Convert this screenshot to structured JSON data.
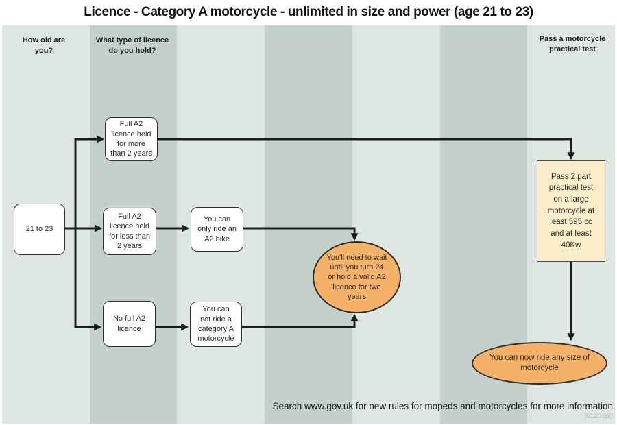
{
  "title": "Licence - Category A motorcycle - unlimited in size and power (age 21 to 23)",
  "columns": {
    "age_header": "How old are\nyou?",
    "licence_header": "What type of licence\ndo you hold?",
    "test_header": "Pass a motorcycle\npractical test"
  },
  "nodes": {
    "age": "21 to 23",
    "full_a2_more": "Full A2\nlicence held\nfor more\nthan 2 years",
    "full_a2_less": "Full A2\nlicence held\nfor less than\n2 years",
    "no_full_a2": "No full A2\nlicence",
    "ride_a2_only": "You can\nonly ride an\nA2 bike",
    "cannot_ride_a": "You can\nnot ride a\ncategory A\nmotorcycle",
    "wait_until_24": "You'll need to wait\nuntil you turn 24\nor hold a valid A2\nlicence for two\nyears",
    "pass_practical": "Pass 2 part\npractical test\non a large\nmotorcycle at\nleast 595 cc\nand at least\n40Kw",
    "ride_any_size": "You can now ride any size of\nmotorcycle"
  },
  "footer": {
    "search_note": "Search www.gov.uk for new rules for mopeds and motorcycles for more information",
    "reference": "N120260"
  },
  "colors": {
    "stripe_light": "#dee6e2",
    "stripe_dark": "#c3d1ca",
    "node_fill": "#ffffff",
    "node_border": "#2e2e2e",
    "highlight_orange": "#f6b169",
    "highlight_yellow": "#fcedca",
    "connector": "#1c1c1c"
  }
}
